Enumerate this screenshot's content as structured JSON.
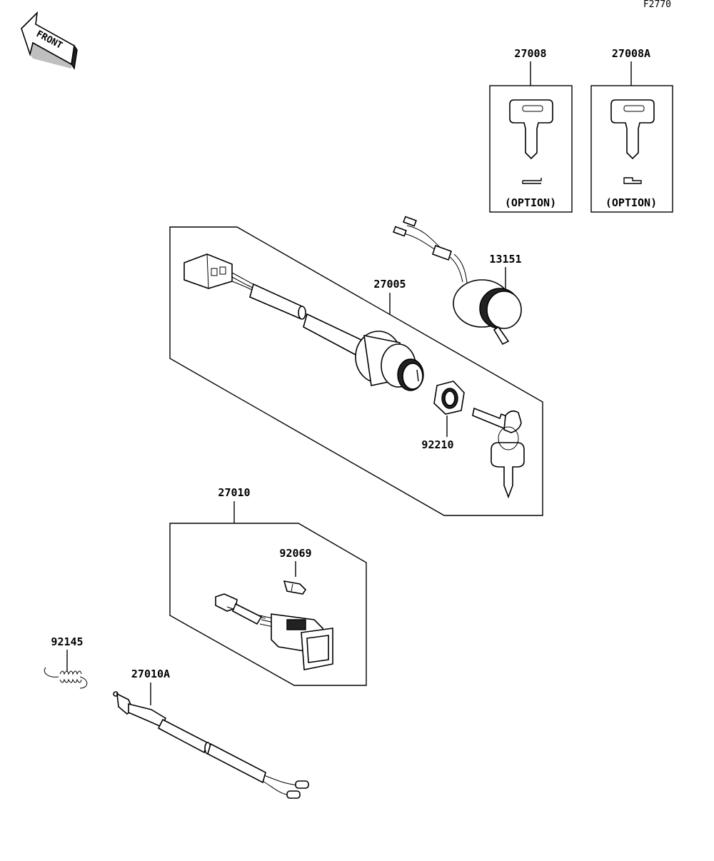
{
  "figure_code": "F2770",
  "front_arrow": {
    "text": "FRONT",
    "icon": "front-arrow-icon"
  },
  "keys_option": [
    {
      "part_no": "27008",
      "note": "(OPTION)"
    },
    {
      "part_no": "27008A",
      "note": "(OPTION)"
    }
  ],
  "parts": {
    "ignition_switch": "27005",
    "lamp_socket": "13151",
    "nut": "92210",
    "switch_assy": "27010",
    "bulb": "92069",
    "spring": "92145",
    "stop_switch": "27010A"
  }
}
